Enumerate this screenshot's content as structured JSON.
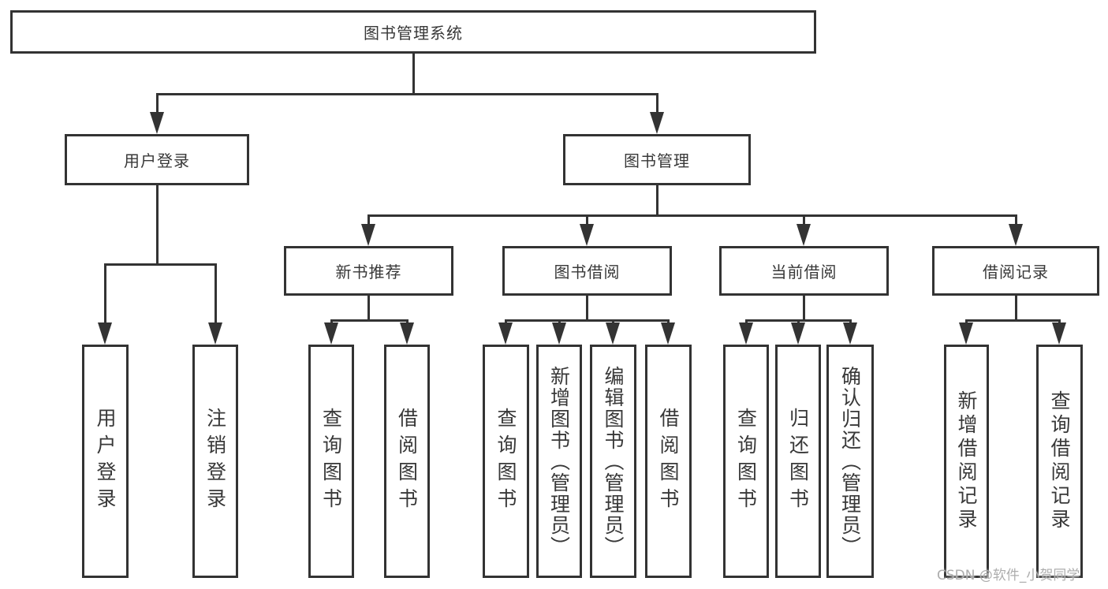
{
  "diagram_title": "图书管理系统",
  "nodes": {
    "root": "图书管理系统",
    "user-login": "用户登录",
    "book-mgmt": "图书管理",
    "new-book-rec": "新书推荐",
    "book-borrow": "图书借阅",
    "current-borrow": "当前借阅",
    "borrow-record": "借阅记录",
    "leaf-user-login": "用户登录",
    "leaf-logout": "注销登录",
    "nb-query-book": "查询图书",
    "nb-borrow-book": "借阅图书",
    "bb-query-book": "查询图书",
    "bb-add-book-admin": "新增图书（管理员）",
    "bb-edit-book-admin": "编辑图书（管理员）",
    "bb-borrow-book": "借阅图书",
    "cb-query-book": "查询图书",
    "cb-return-book": "归还图书",
    "cb-confirm-return": "确认归还（管理员）",
    "br-add-record": "新增借阅记录",
    "br-query-record": "查询借阅记录"
  },
  "hierarchy": {
    "图书管理系统": {
      "用户登录": [
        "用户登录",
        "注销登录"
      ],
      "图书管理": {
        "新书推荐": [
          "查询图书",
          "借阅图书"
        ],
        "图书借阅": [
          "查询图书",
          "新增图书（管理员）",
          "编辑图书（管理员）",
          "借阅图书"
        ],
        "当前借阅": [
          "查询图书",
          "归还图书",
          "确认归还（管理员）"
        ],
        "借阅记录": [
          "新增借阅记录",
          "查询借阅记录"
        ]
      }
    }
  },
  "watermark": "CSDN @软件_小贺同学",
  "colors": {
    "line": "#333333",
    "text": "#383838",
    "background": "#ffffff",
    "watermark": "#adadad"
  }
}
